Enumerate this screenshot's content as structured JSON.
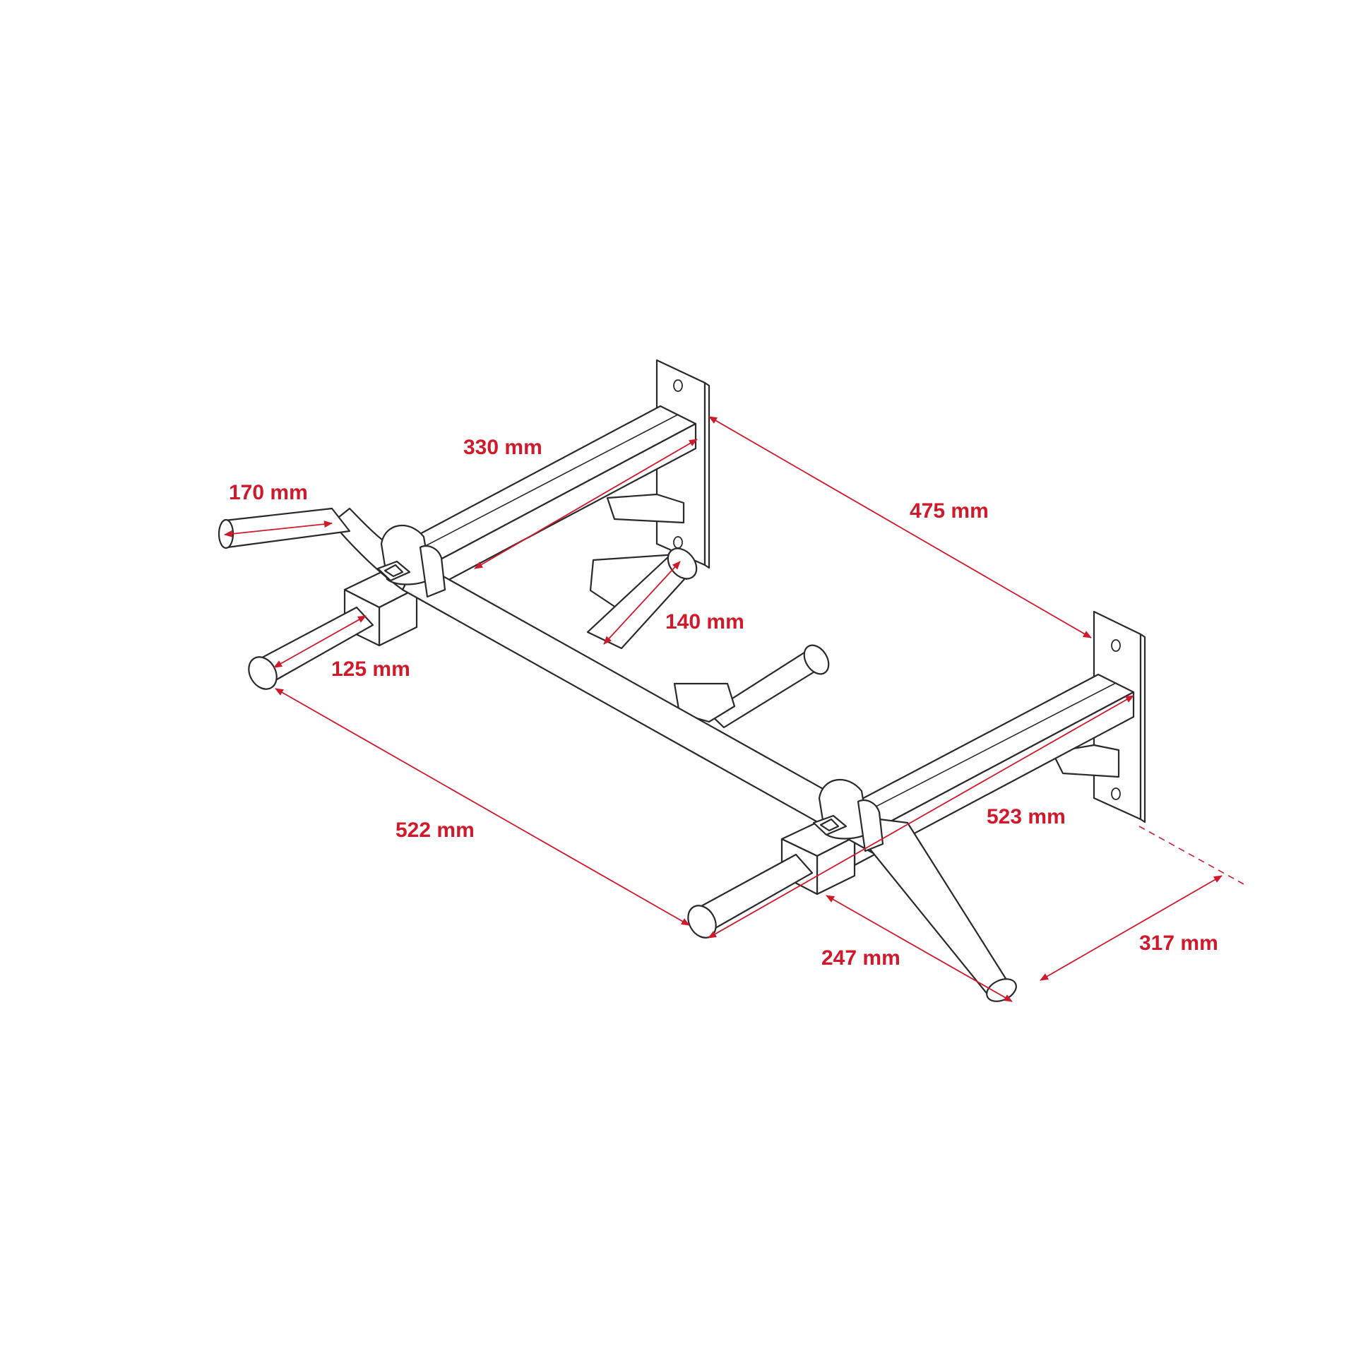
{
  "colors": {
    "dimension": "#d0192b",
    "outline": "#2a2a2a",
    "background": "#ffffff"
  },
  "dimensions": [
    {
      "id": "dim-170",
      "label": "170 mm"
    },
    {
      "id": "dim-330",
      "label": "330 mm"
    },
    {
      "id": "dim-475",
      "label": "475 mm"
    },
    {
      "id": "dim-140",
      "label": "140 mm"
    },
    {
      "id": "dim-125",
      "label": "125 mm"
    },
    {
      "id": "dim-522",
      "label": "522 mm"
    },
    {
      "id": "dim-523",
      "label": "523 mm"
    },
    {
      "id": "dim-247",
      "label": "247 mm"
    },
    {
      "id": "dim-317",
      "label": "317 mm"
    }
  ]
}
